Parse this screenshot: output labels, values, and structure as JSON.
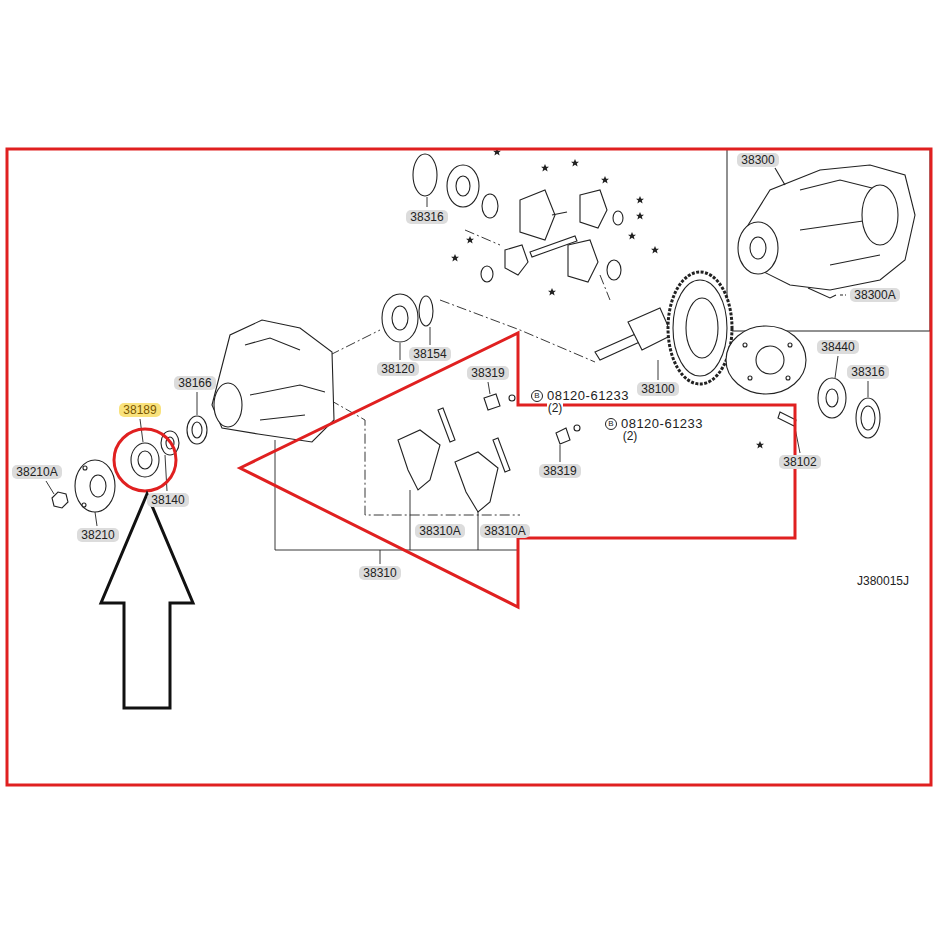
{
  "diagram": {
    "labels": [
      "38316",
      "38154",
      "38120",
      "38166",
      "38189",
      "38319",
      "B",
      "08120-61233",
      "(2)",
      "B",
      "08120-61233",
      "(2)",
      "38319",
      "38100",
      "38300",
      "38300A",
      "38440",
      "38316",
      "38102",
      "38210A",
      "38210",
      "38140",
      "38310A",
      "38310A",
      "38310",
      "J380015J"
    ]
  }
}
